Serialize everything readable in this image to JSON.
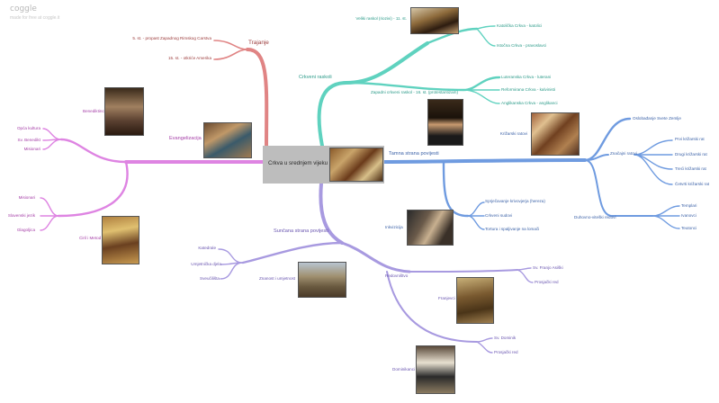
{
  "app": {
    "brand": "coggle",
    "subtitle": "made for free at coggle.it"
  },
  "root": {
    "title": "Crkva u srednjem vijeku"
  },
  "branches": {
    "trajanje": {
      "label": "Trajanje",
      "items": [
        "5. st. - propast Zapadnog Rimskog Carstva",
        "15. st. - otkriće Amerika"
      ]
    },
    "raskoli": {
      "label": "Crkveni raskoli",
      "veliki": "Veliki raskol (riozivi) - 11. st.",
      "veliki_items": [
        "Katolička Crkva - katolici",
        "Istočna Crkva - pravoslavci"
      ],
      "zapadni": "Zapadni crkveni raskol - 16. st. (protestantizam)",
      "zapadni_items": [
        "Luteranska Crkva - luterani",
        "Reformirana Crkva - kalvinisti",
        "Anglikanska Crkva - anglikanci"
      ]
    },
    "tamna": {
      "label": "Tamna strana povijesti",
      "krizarski": "Križarski ratovi",
      "oslobadanje": "Oslobađanje Svete Zemlje",
      "znacajni": "Značajni ratovi",
      "ratovi": [
        "Prvi križarski rat",
        "Drugi križarski rat",
        "Treći križarski rat",
        "Četvrti križarski rat"
      ],
      "redovi": "Duhovno-viteški redovi",
      "redovi_items": [
        "Templari",
        "Ivanovci",
        "Teutonci"
      ],
      "inkvizicija": "Inkvizicija",
      "inkvizicija_items": [
        "Sprječavanje krivovjerja (hereza)",
        "Crkveni sudovi",
        "Tortura i spaljivanje na lomači"
      ]
    },
    "suncana": {
      "label": "Sunčana strana povijesti",
      "znanost": "Znanost i umjetnost",
      "znanost_items": [
        "Katedrale",
        "Umjetnička djela",
        "Sveučilišta"
      ],
      "redovnistvo": "Redovništvo",
      "franjevci": "Franjevci",
      "franjevci_items": [
        "Sv. Franjo Asiški",
        "Prosjački red"
      ],
      "dominikanci": "Dominikanci",
      "dominikanci_items": [
        "Sv. Dominik",
        "Prosjački red"
      ]
    },
    "evangelizacija": {
      "label": "Evangelizacija",
      "benediktinci": "Benediktinci",
      "benediktinci_items": [
        "Opća kultura",
        "Sv. Benedikt",
        "Misionari"
      ],
      "cirilimetod": "Ćiril i Metod",
      "cirilimetod_items": [
        "Misionari",
        "Slavenski jezik",
        "Glagoljica"
      ]
    }
  },
  "colors": {
    "red": "#e08484",
    "teal": "#5fd2bf",
    "blue": "#6f9be0",
    "purple": "#a89ae0",
    "pink": "#de84e2",
    "root": "#bdbdbd"
  },
  "icons": [
    "painting-image"
  ]
}
